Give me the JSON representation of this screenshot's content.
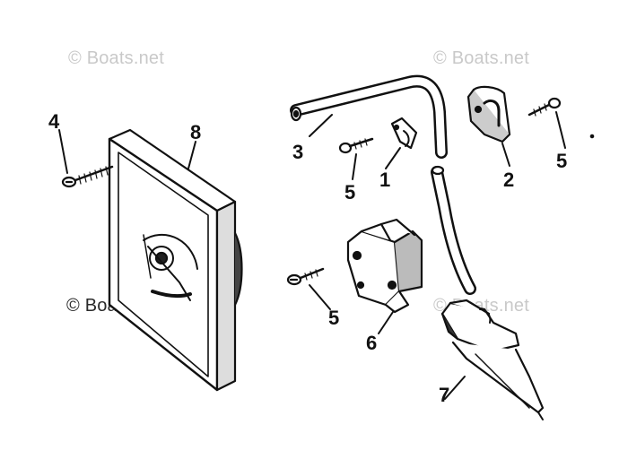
{
  "watermarks": {
    "top_left": "© Boats.net",
    "top_right": "© Boats.net",
    "mid_left": "© Boats.net",
    "mid_right": "© Boats.net"
  },
  "callouts": {
    "part_1": "1",
    "part_2": "2",
    "part_3": "3",
    "part_4": "4",
    "part_5_a": "5",
    "part_5_b": "5",
    "part_5_c": "5",
    "part_6": "6",
    "part_7": "7",
    "part_8": "8"
  }
}
